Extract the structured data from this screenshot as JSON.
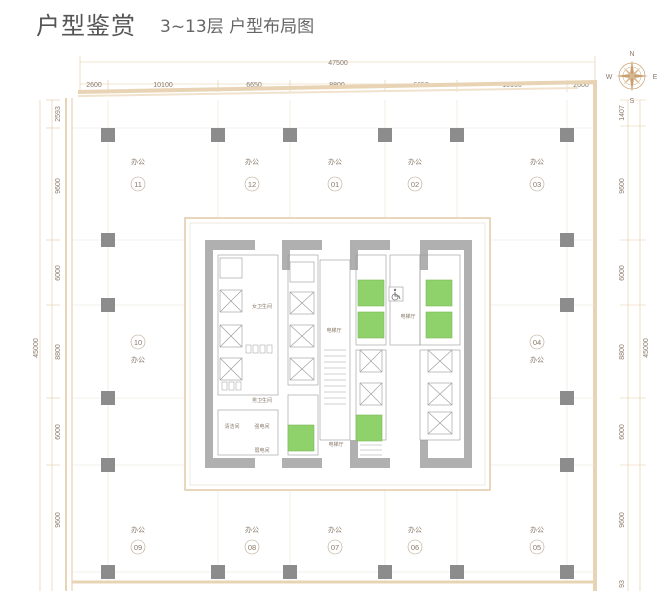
{
  "header": {
    "title": "户型鉴赏",
    "subtitle": "3~13层 户型布局图"
  },
  "dimensions": {
    "total_width": "47500",
    "top": [
      "2600",
      "10100",
      "6650",
      "8800",
      "6650",
      "10100",
      "2600"
    ],
    "left": [
      "2593",
      "9600",
      "6000",
      "8800",
      "6000",
      "9600"
    ],
    "left_total": "45000",
    "right": [
      "1407",
      "9600",
      "6000",
      "8800",
      "6000",
      "9600",
      "93"
    ],
    "right_total": "45000"
  },
  "units": [
    {
      "name": "办公",
      "number": "11"
    },
    {
      "name": "办公",
      "number": "12"
    },
    {
      "name": "办公",
      "number": "01"
    },
    {
      "name": "办公",
      "number": "02"
    },
    {
      "name": "办公",
      "number": "03"
    },
    {
      "name": "办公",
      "number": "10"
    },
    {
      "name": "办公",
      "number": "04"
    },
    {
      "name": "办公",
      "number": "09"
    },
    {
      "name": "办公",
      "number": "08"
    },
    {
      "name": "办公",
      "number": "07"
    },
    {
      "name": "办公",
      "number": "06"
    },
    {
      "name": "办公",
      "number": "05"
    }
  ],
  "core_labels": {
    "toilet_female": "女卫生间",
    "toilet_male": "男卫生间",
    "lift_hall_1": "电梯厅",
    "lift_hall_2": "电梯厅",
    "lift_hall_3": "电梯厅",
    "room_a": "清洁间",
    "room_b": "强电间",
    "room_c": "弱电间"
  },
  "compass": {
    "n": "N",
    "s": "S",
    "e": "E",
    "w": "W"
  },
  "colors": {
    "accent_green": "#8fd16a",
    "column": "#8c8c8c",
    "wall": "#b0b0b0",
    "line": "#e2c9a6"
  }
}
